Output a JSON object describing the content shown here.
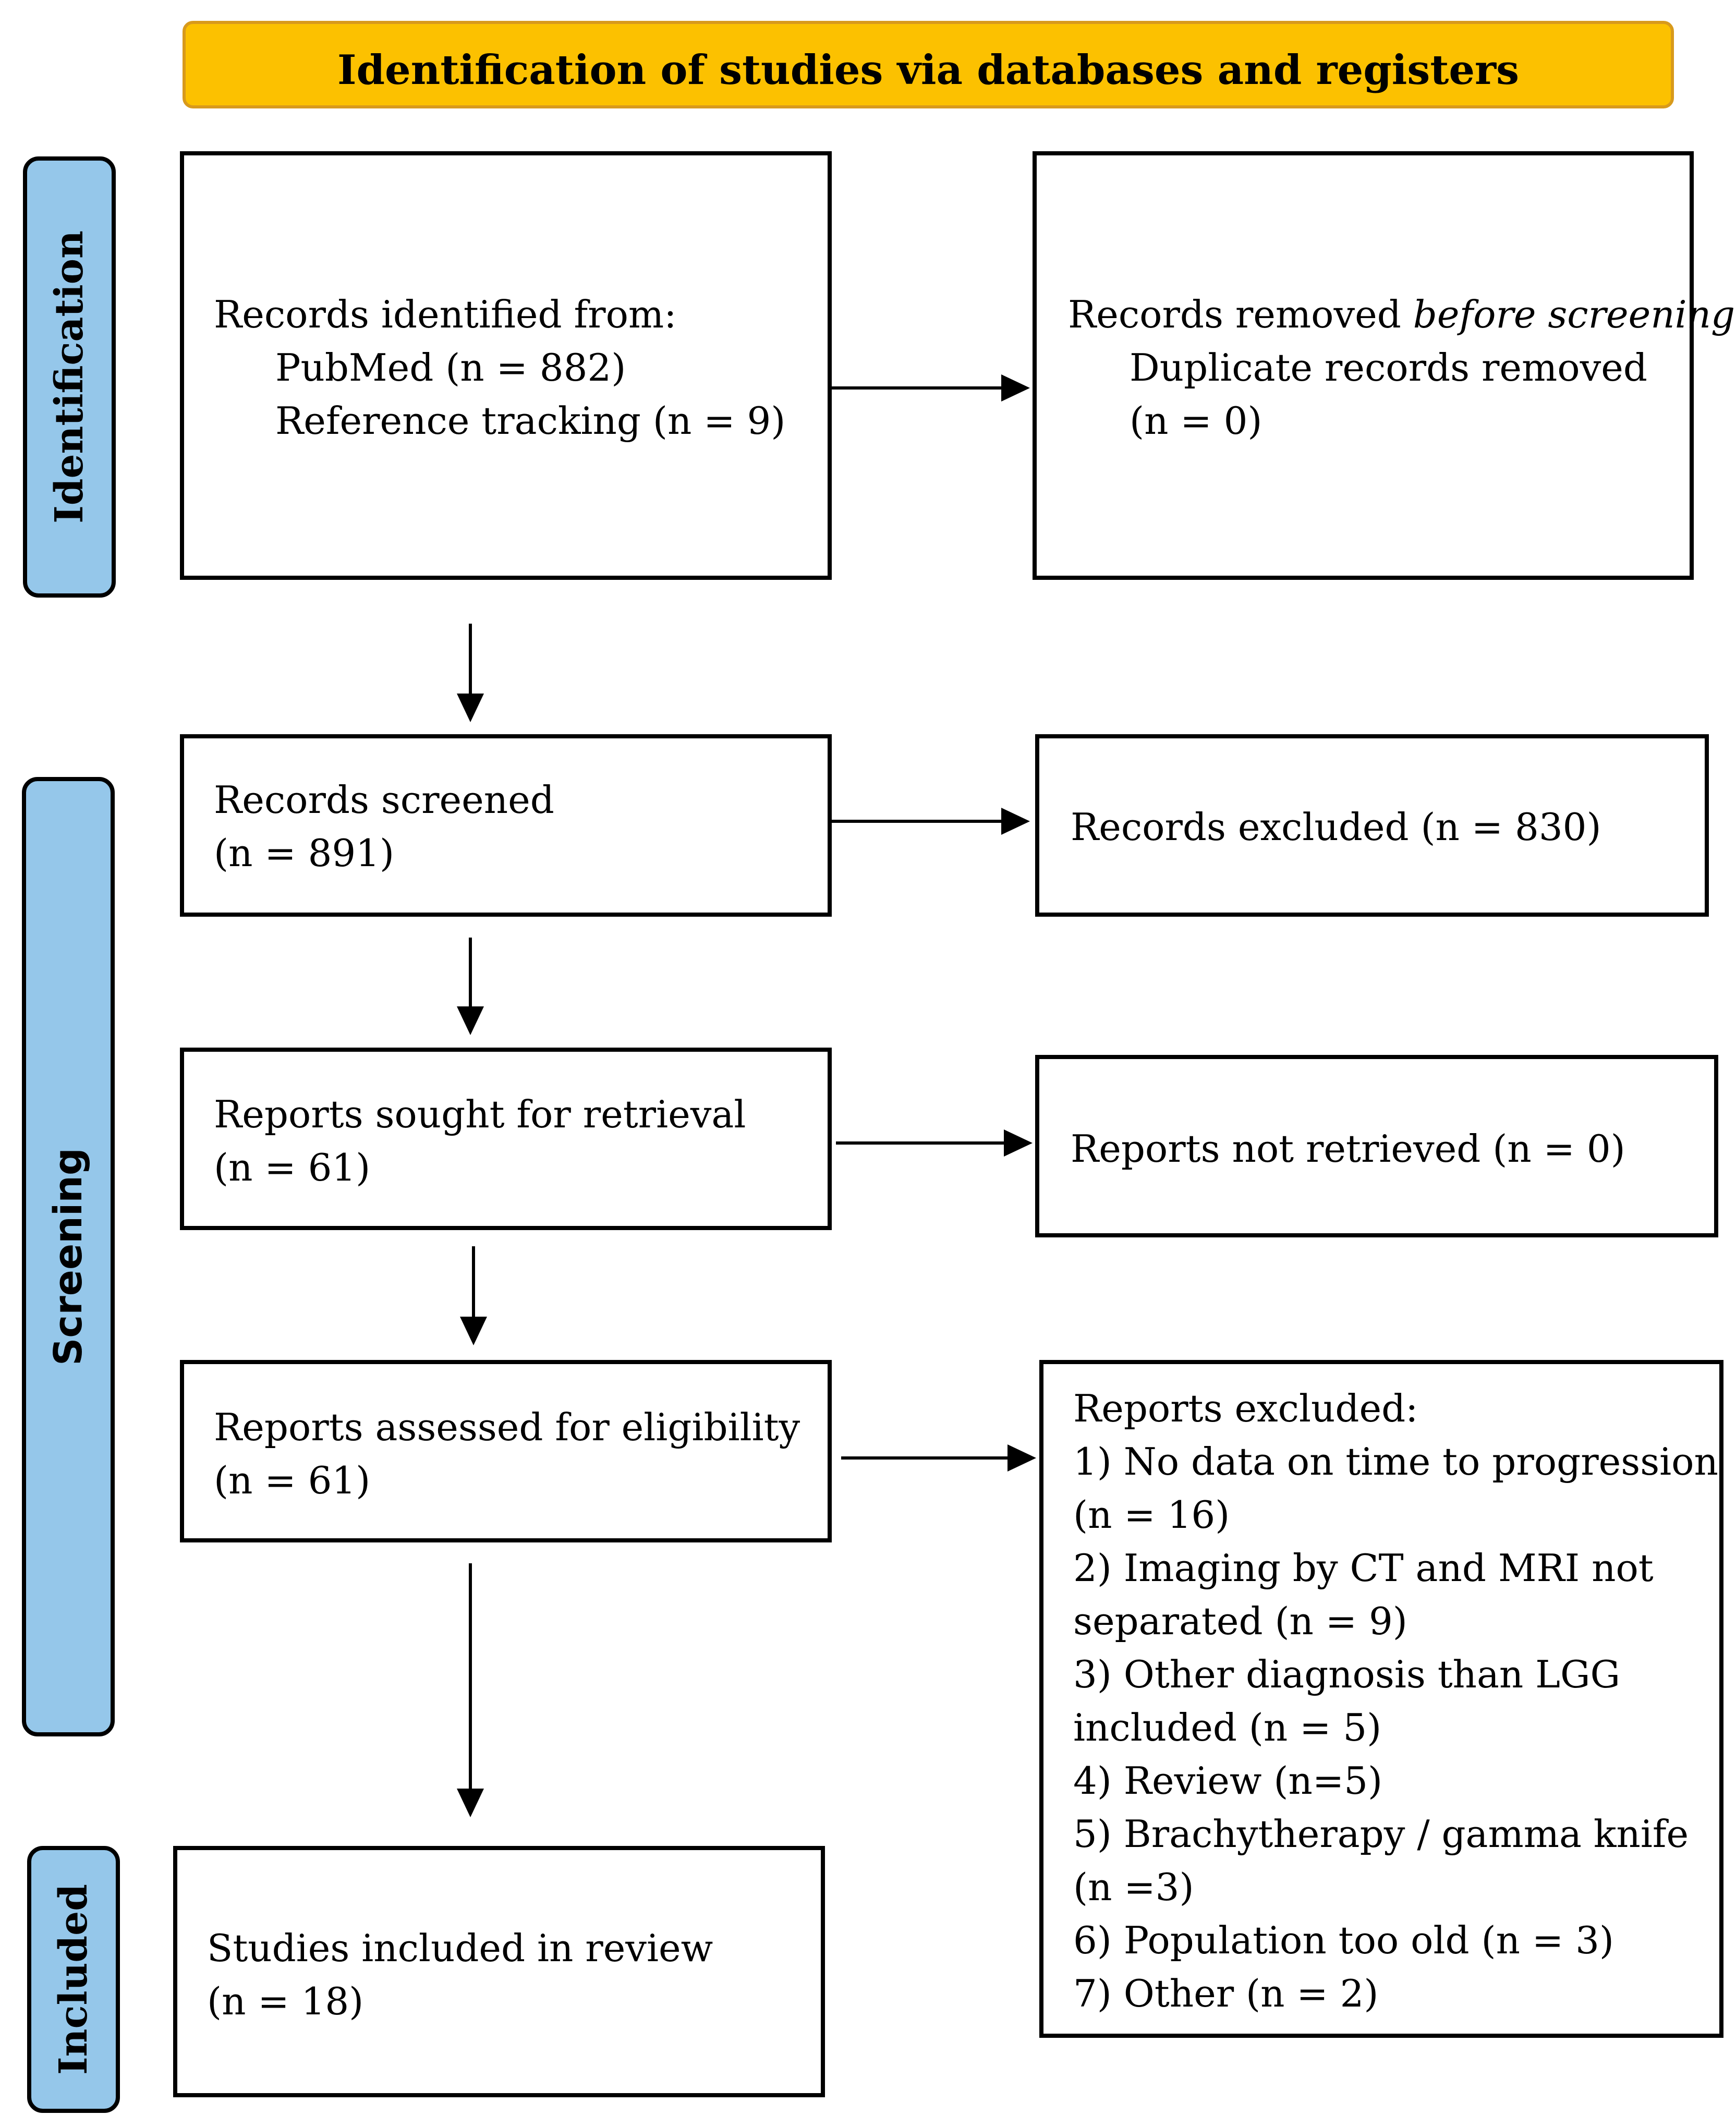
{
  "header": {
    "title": "Identification of studies via databases and registers"
  },
  "phases": {
    "identification": "Identification",
    "screening": "Screening",
    "included": "Included"
  },
  "records_identified": {
    "heading": "Records identified from:",
    "line1": "PubMed (n = 882)",
    "line2": "Reference tracking (n = 9)"
  },
  "records_removed": {
    "heading_prefix": "Records removed ",
    "heading_italic": "before screening",
    "heading_suffix": ":",
    "line1": "Duplicate records removed",
    "line2": "(n = 0)"
  },
  "records_screened": {
    "line1": "Records screened",
    "line2": "(n = 891)"
  },
  "records_excluded": {
    "line1": "Records excluded (n = 830)"
  },
  "reports_sought": {
    "line1": "Reports sought for retrieval",
    "line2": "(n = 61)"
  },
  "reports_not_retrieved": {
    "line1": "Reports not retrieved (n = 0)"
  },
  "reports_assessed": {
    "line1": "Reports assessed for eligibility",
    "line2": "(n = 61)"
  },
  "reports_excluded": {
    "heading": "Reports excluded:",
    "lines": [
      "1) No data on time to progression",
      "(n = 16)",
      "2) Imaging by CT and MRI not",
      "separated (n = 9)",
      "3) Other diagnosis than LGG",
      "included (n = 5)",
      "4) Review (n=5)",
      "5) Brachytherapy / gamma knife",
      "(n =3)",
      "6) Population too old (n = 3)",
      "7) Other (n = 2)"
    ]
  },
  "studies_included": {
    "line1": "Studies included in review",
    "line2": "(n = 18)"
  }
}
